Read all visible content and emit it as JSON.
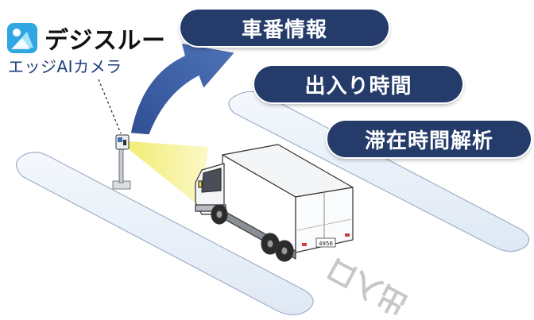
{
  "brand": {
    "name": "デジスルー",
    "subtitle": "エッジAIカメラ",
    "logo_icon": "app-logo-icon"
  },
  "labels": {
    "vehicle_number": "車番情報",
    "entry_exit_time": "出入り時間",
    "dwell_time_analysis": "滞在時間解析",
    "entrance_marking": "出入口",
    "license_plate": "4956"
  },
  "colors": {
    "pill": "#253c6b",
    "arrow": "#3c5fa3",
    "camera_beam": "#f5f08a",
    "island": "#e9f1fb"
  }
}
